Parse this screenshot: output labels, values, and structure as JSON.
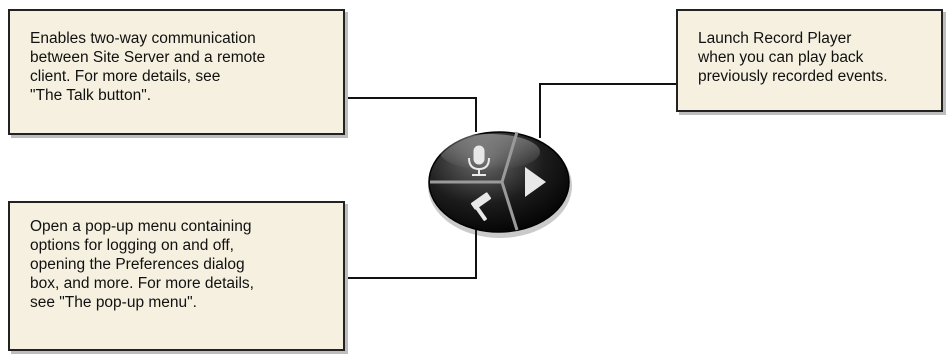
{
  "callouts": {
    "talk": "Enables two-way communication\nbetween Site Server and a remote\nclient. For more details, see\n\"The Talk button\".",
    "menu": "Open a pop-up menu containing\noptions for logging on and off,\nopening the Preferences dialog\nbox, and more. For more details,\nsee \"The pop-up menu\".",
    "play": "Launch Record Player\nwhen you can play back\npreviously recorded events."
  },
  "control": {
    "buttons": [
      {
        "name": "Talk",
        "icon": "microphone-icon"
      },
      {
        "name": "Pop-up menu",
        "icon": "hammer-icon"
      },
      {
        "name": "Record Player",
        "icon": "play-icon"
      }
    ],
    "colors": {
      "body": "#111111",
      "highlight": "#6a6a6a",
      "divider": "#9a9a9a",
      "icon": "#e8e8e8"
    }
  },
  "colors": {
    "box_fill": "#f5f0df",
    "box_border": "#222222",
    "shadow": "#bdbdbd",
    "connector": "#111111"
  }
}
